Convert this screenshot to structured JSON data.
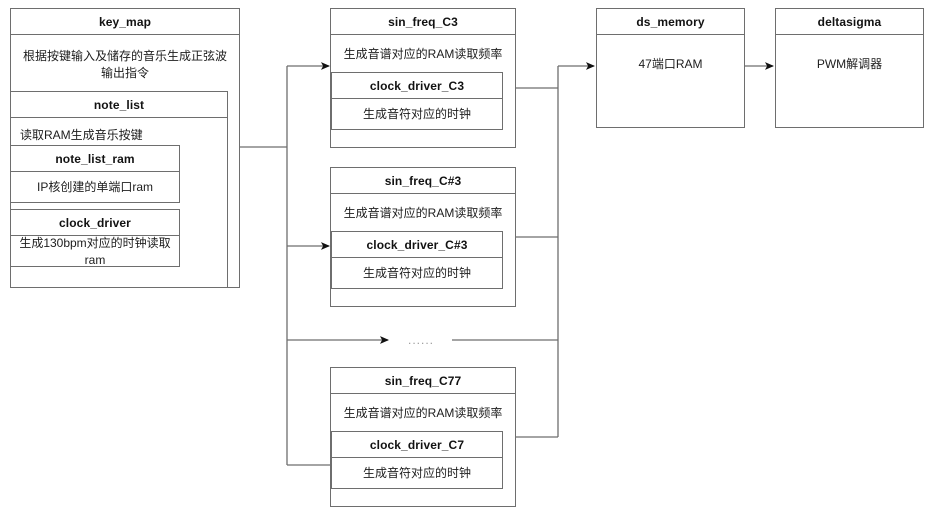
{
  "diagram": {
    "title": "FPGA music synthesizer module hierarchy",
    "stroke_color": "#6e6e6e",
    "arrow_color": "#111111",
    "background": "#ffffff",
    "ellipsis_label": "......"
  },
  "key_map": {
    "header": "key_map",
    "description": "根据按键输入及储存的音乐生成正弦波输出指令",
    "note_list": {
      "header": "note_list",
      "description": "读取RAM生成音乐按键",
      "note_list_ram": {
        "header": "note_list_ram",
        "description": "IP核创建的单端口ram"
      },
      "clock_driver": {
        "header": "clock_driver",
        "description": "生成130bpm对应的时钟读取ram"
      }
    }
  },
  "voices": [
    {
      "header": "sin_freq_C3",
      "description": "生成音谱对应的RAM读取频率",
      "clock_driver": {
        "header": "clock_driver_C3",
        "description": "生成音符对应的时钟"
      }
    },
    {
      "header": "sin_freq_C#3",
      "description": "生成音谱对应的RAM读取频率",
      "clock_driver": {
        "header": "clock_driver_C#3",
        "description": "生成音符对应的时钟"
      }
    },
    {
      "header": "sin_freq_C77",
      "description": "生成音谱对应的RAM读取频率",
      "clock_driver": {
        "header": "clock_driver_C7",
        "description": "生成音符对应的时钟"
      }
    }
  ],
  "ds_memory": {
    "header": "ds_memory",
    "description": "47端口RAM"
  },
  "deltasigma": {
    "header": "deltasigma",
    "description": "PWM解调器"
  }
}
